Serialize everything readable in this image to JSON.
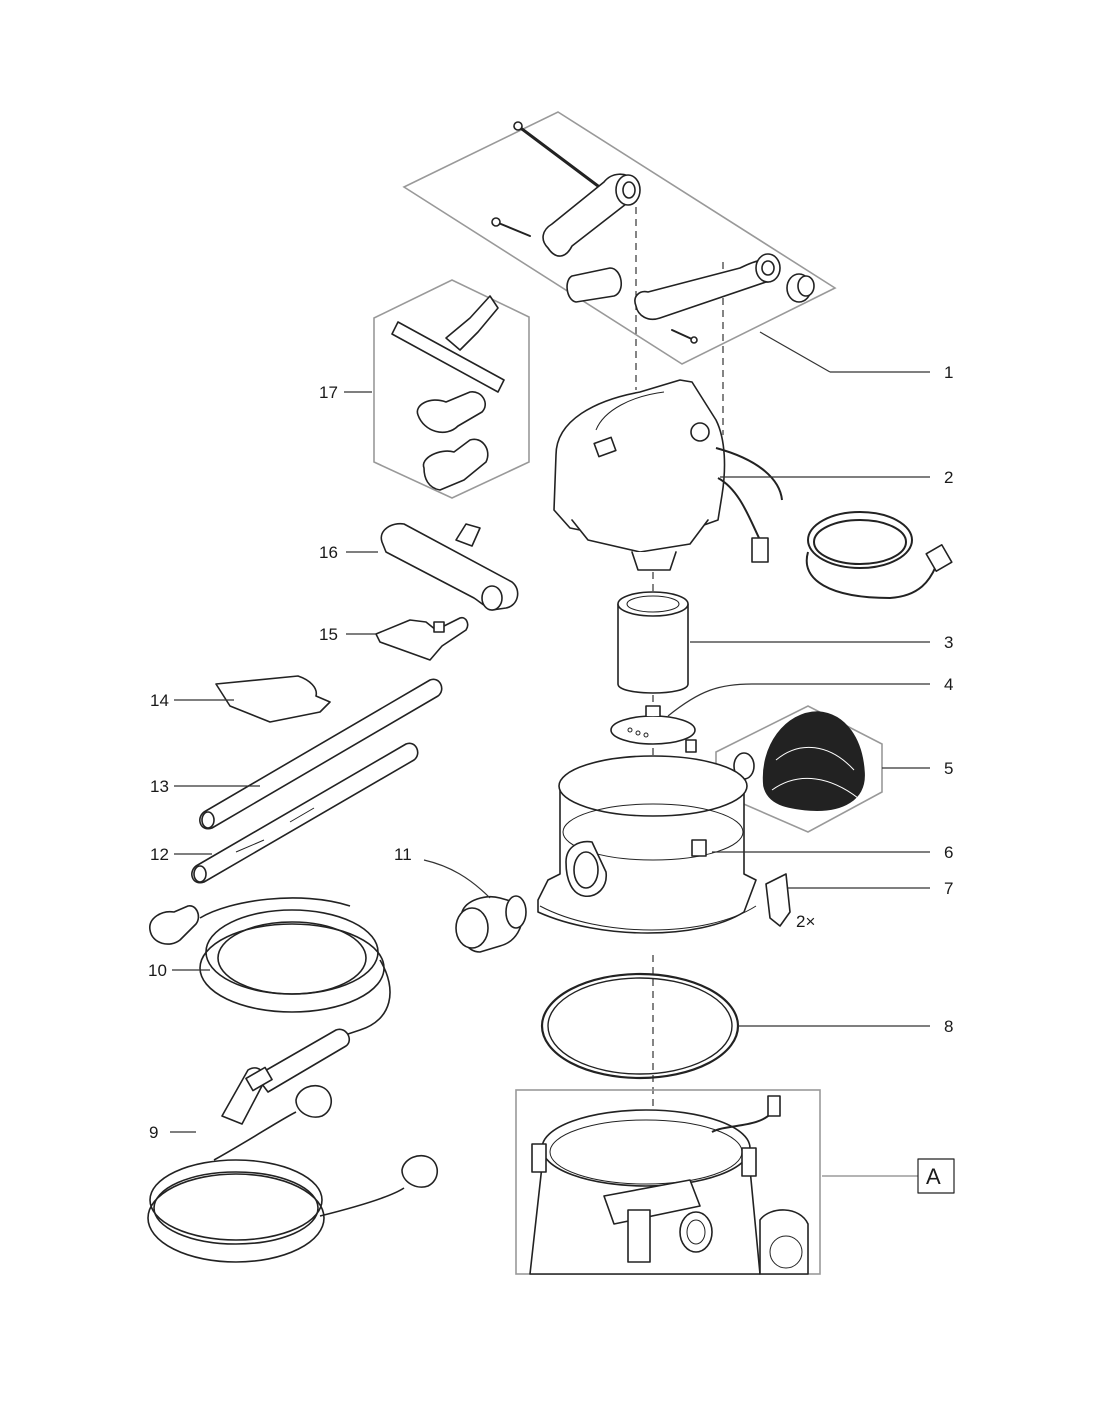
{
  "labels": {
    "p1": "1",
    "p2": "2",
    "p3": "3",
    "p4": "4",
    "p5": "5",
    "p6": "6",
    "p7": "7",
    "p7_qty": "2×",
    "p8": "8",
    "p9": "9",
    "p10": "10",
    "p11": "11",
    "p12": "12",
    "p13": "13",
    "p14": "14",
    "p15": "15",
    "p16": "16",
    "p17": "17",
    "assembly_a": "A"
  }
}
